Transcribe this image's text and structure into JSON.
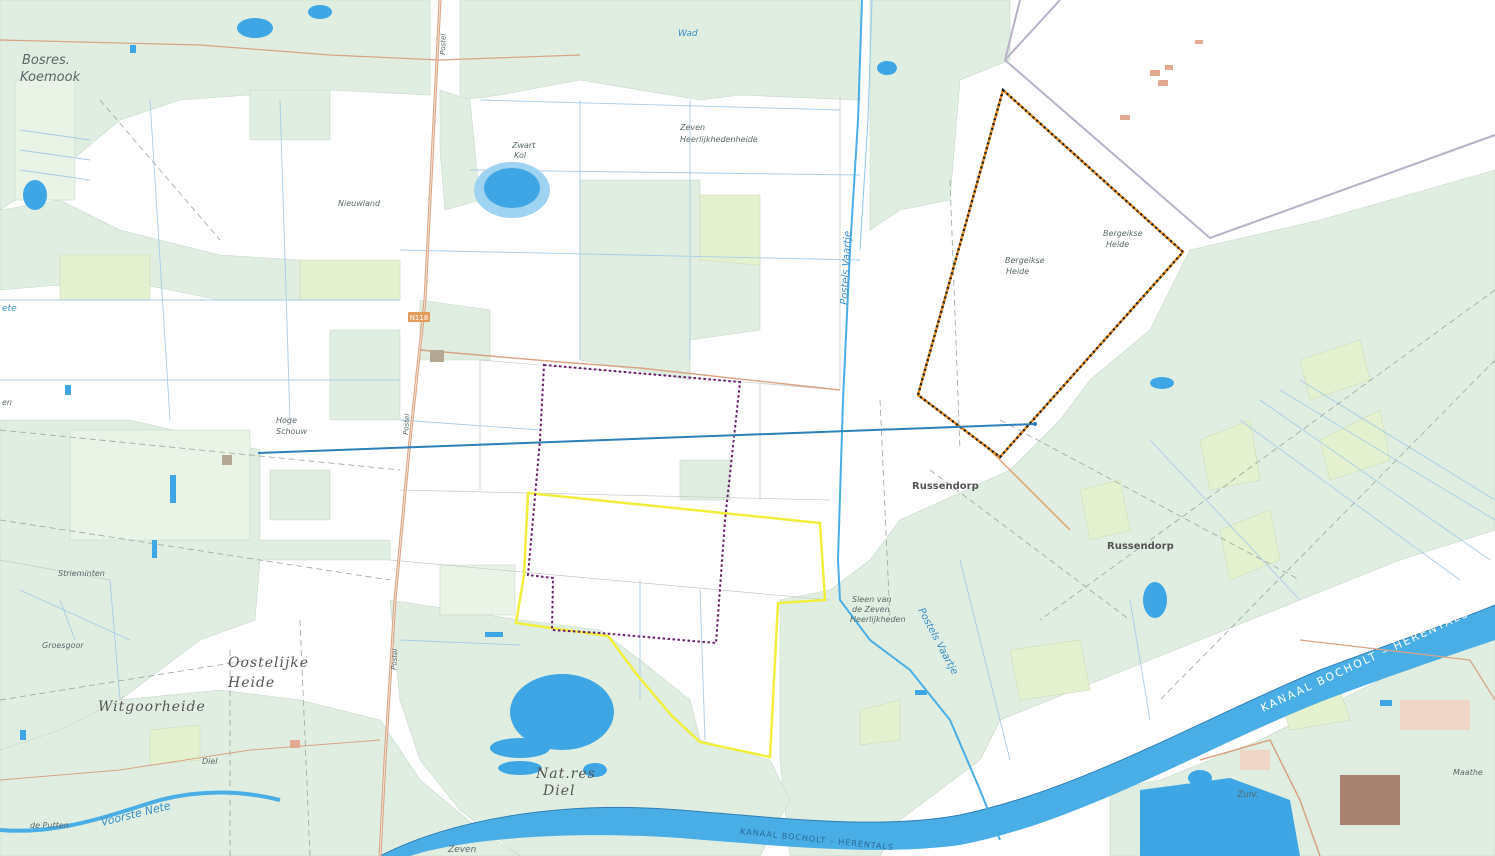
{
  "labels": {
    "bosres_1": "Bosres.",
    "bosres_2": "Koemook",
    "wad": "Wad",
    "zwart_1": "Zwart",
    "zwart_2": "Kol",
    "zeven_h_1": "Zeven",
    "zeven_h_2": "Heerlijkhedenheide",
    "nieuwland": "Nieuwland",
    "postel_road_1": "Postel",
    "postel_road_2": "Postel",
    "postel_road_3": "Postel",
    "route": "N118",
    "hoge_1": "Hoge",
    "hoge_2": "Schouw",
    "postels_vaartje_1": "Postels Vaartje",
    "postels_vaartje_2": "Postels Vaartje",
    "bergeikse_1a": "Bergeikse",
    "bergeikse_1b": "Heide",
    "bergeikse_2a": "Bergeikse",
    "bergeikse_2b": "Heide",
    "russendorp_1": "Russendorp",
    "russendorp_2": "Russendorp",
    "sleen_1": "Sleen van",
    "sleen_2": "de Zeven",
    "sleen_3": "Heerlijkheden",
    "strieminten": "Strieminten",
    "groesgoor": "Groesgoor",
    "oostelijke_1": "Oostelijke",
    "oostelijke_2": "Heide",
    "witgoorheide": "Witgoorheide",
    "diel": "Diel",
    "natres_1": "Nat.res",
    "natres_2": "Diel",
    "zeven_s": "Zeven",
    "voorste_nete": "Voorste Nete",
    "de_putten": "de Putten",
    "kanaal_1": "KANAAL BOCHOLT – HERENTALS",
    "kanaal_2": "KANAAL BOCHOLT – HERENTALS",
    "zuiv": "Zuiv.",
    "maathe": "Maathe",
    "nete_edge": "ete",
    "en_edge": "en"
  },
  "colors": {
    "background": "#ffffff",
    "forest": "#dfeee0",
    "forest_dark": "#cfe5d0",
    "meadow": "#e4f1cf",
    "water": "#3ea6e4",
    "canal": "#4aaee6",
    "ditch": "#9ec9ea",
    "boundary_gray": "#b7b2c8",
    "route_blue": "#2e80b8",
    "yellow": "#f2ee3c",
    "purple": "#6a1f6e",
    "orange_black": "#e3881e",
    "road_orange": "#d9a383"
  }
}
